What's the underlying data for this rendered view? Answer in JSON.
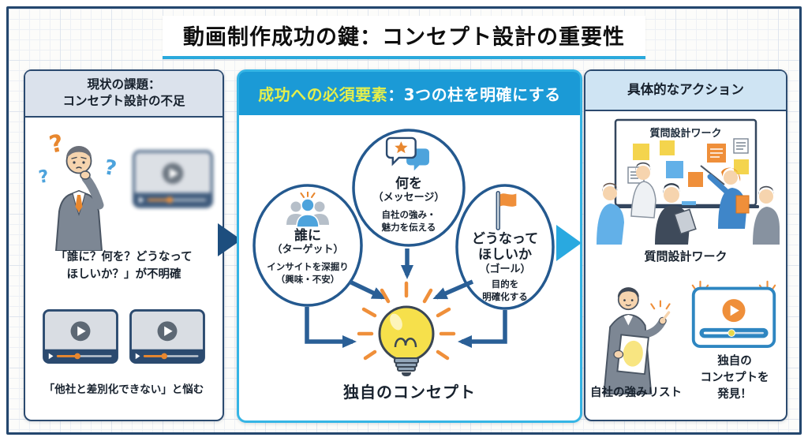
{
  "title": "動画制作成功の鍵：コンセプト設計の重要性",
  "left_panel": {
    "header": "現状の課題：\nコンセプト設計の不足",
    "problem1": "「誰に？何を？どうなって\nほしいか？」が不明確",
    "problem2": "「他社と差別化できない」と悩む"
  },
  "center_panel": {
    "header_highlight": "成功への必須要素",
    "header_rest": "：3つの柱を明確にする",
    "circles": [
      {
        "name": "誰に",
        "paren": "（ターゲット）",
        "desc": "インサイトを深掘り\n（興味・不安）",
        "icon": "people-group-icon"
      },
      {
        "name": "何を",
        "paren": "（メッセージ）",
        "desc": "自社の強み・\n魅力を伝える",
        "icon": "speech-bubbles-star-icon"
      },
      {
        "name": "どうなって\nほしいか",
        "paren": "（ゴール）",
        "desc": "目的を\n明確化する",
        "icon": "flag-icon"
      }
    ],
    "result": "独自のコンセプト"
  },
  "right_panel": {
    "header": "具体的なアクション",
    "whiteboard_title": "質問設計ワーク",
    "workshop_caption": "質問設計ワーク",
    "strengths_caption": "自社の強みリスト",
    "discovery_caption": "独自の\nコンセプトを\n発見！"
  },
  "icons": {
    "question_mark": "?"
  },
  "colors": {
    "header_blue": "#1b9ad6",
    "cyan_border": "#35b5e5",
    "navy_border": "#2b4a6f",
    "arrow_blue": "#2a5f96",
    "connector_navy": "#1d4e7e",
    "connector_cyan": "#29a9e0",
    "highlight_yellow": "#e4ef4c",
    "accent_orange": "#ef8f3a",
    "bulb_yellow": "#f6e04b",
    "title_underline": "#2aa9dc"
  }
}
